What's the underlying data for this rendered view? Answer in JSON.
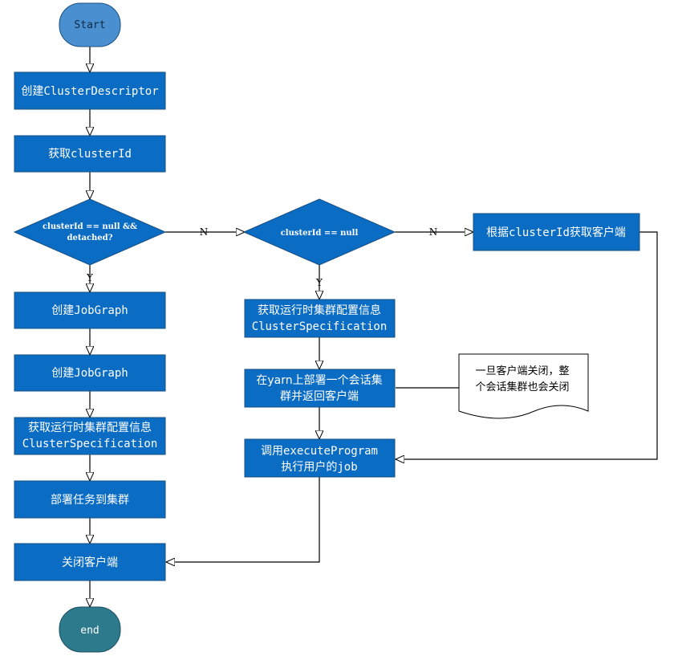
{
  "colors": {
    "process_fill": "#0b6cc4",
    "start_fill": "#4a90d0",
    "end_fill": "#2c7a8c",
    "line": "#000000"
  },
  "terminals": {
    "start": "Start",
    "end": "end"
  },
  "left_column": {
    "create_cluster_descriptor": "创建ClusterDescriptor",
    "get_cluster_id": "获取clusterId",
    "decision_1": [
      "clusterId == null &&",
      "detached?"
    ],
    "create_jobgraph_1": "创建JobGraph",
    "create_jobgraph_2": "创建JobGraph",
    "get_cluster_spec": [
      "获取运行时集群配置信息",
      "ClusterSpecification"
    ],
    "deploy_job": "部署任务到集群",
    "close_client": "关闭客户端"
  },
  "middle_column": {
    "decision_2": "clusterId == null",
    "get_cluster_spec": [
      "获取运行时集群配置信息",
      "ClusterSpecification"
    ],
    "deploy_session": [
      "在yarn上部署一个会话集",
      "群并返回客户端"
    ],
    "execute_program": [
      "调用executeProgram",
      "执行用户的job"
    ]
  },
  "right_column": {
    "get_client_by_id": "根据clusterId获取客户端"
  },
  "note": [
    "一旦客户端关闭，整",
    "个会话集群也会关闭"
  ],
  "edge_labels": {
    "n1": "N",
    "n2": "N",
    "y1": "Y",
    "y2": "Y"
  }
}
